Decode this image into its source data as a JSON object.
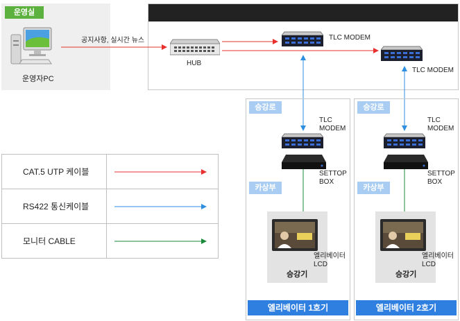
{
  "control_room": {
    "tag": "운영실",
    "pc_label": "운영자PC",
    "arrow_label": "공지사항, 실시간 뉴스",
    "colors": {
      "tag_bg": "#5db13e",
      "panel_bg": "#efefef"
    }
  },
  "network": {
    "hub_label": "HUB",
    "modem1_label": "TLC MODEM",
    "modem2_label": "TLC MODEM"
  },
  "elevators": [
    {
      "shaft_tag": "승강로",
      "modem_label": "TLC\nMODEM",
      "settop_label": "SETTOP\nBOX",
      "car_tag": "카상부",
      "lcd_label": "엘리베이터\nLCD",
      "device_label": "승강기",
      "footer": "엘리베이터 1호기"
    },
    {
      "shaft_tag": "승강로",
      "modem_label": "TLC\nMODEM",
      "settop_label": "SETTOP\nBOX",
      "car_tag": "카상부",
      "lcd_label": "엘리베이터\nLCD",
      "device_label": "승강기",
      "footer": "엘리베이터 2호기"
    }
  ],
  "legend": [
    {
      "label": "CAT.5 UTP 케이블",
      "color": "#e8302e",
      "icon": "red-arrow"
    },
    {
      "label": "RS422 통신케이블",
      "color": "#2e8fe0",
      "icon": "blue-arrow"
    },
    {
      "label": "모니터 CABLE",
      "color": "#1a8a3a",
      "icon": "green-arrow"
    }
  ],
  "colors": {
    "cat5": "#e8302e",
    "rs422": "#2e8fe0",
    "monitor": "#1a8a3a",
    "tag_blue": "#a9cdf2",
    "footer_blue": "#2f7fe0"
  }
}
